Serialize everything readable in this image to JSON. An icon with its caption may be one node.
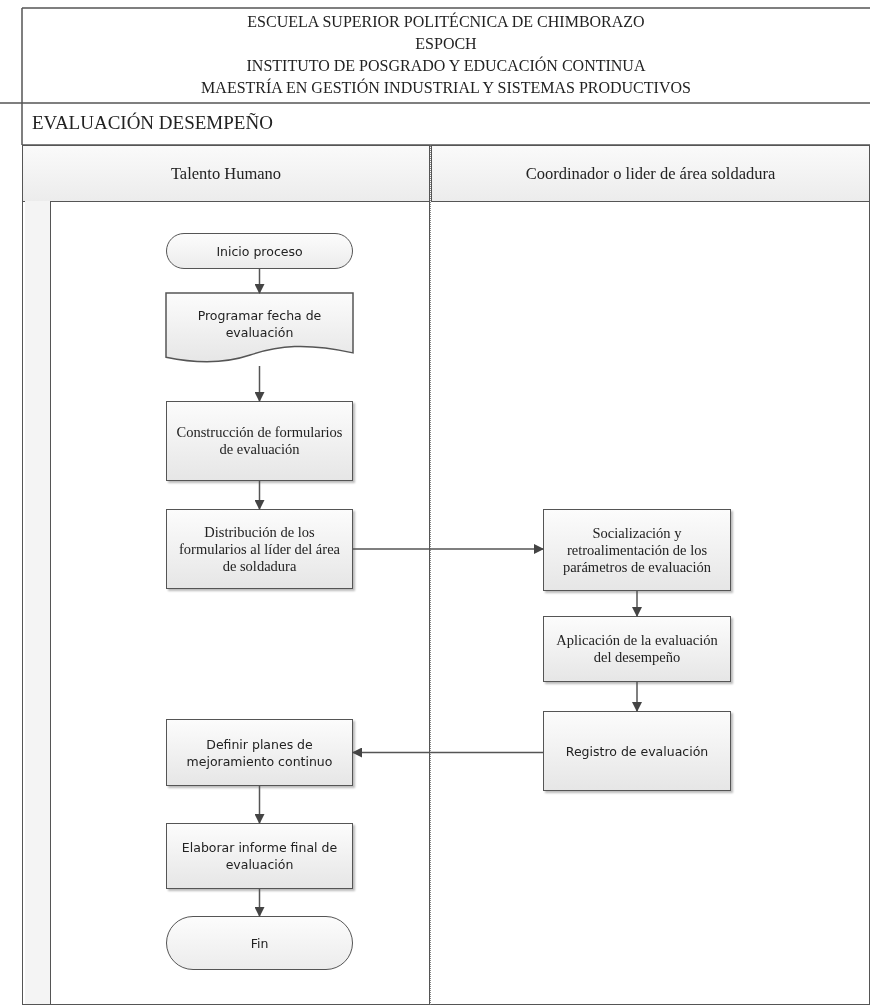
{
  "diagram": {
    "title": "EVALUACIÓN DESEMPEÑO",
    "labels": [
      "ESCUELA SUPERIOR POLITÉCNICA DE CHIMBORAZO",
      "ESPOCH",
      "INSTITUTO DE POSGRADO Y EDUCACIÓN CONTINUA",
      "MAESTRÍA EN GESTIÓN INDUSTRIAL Y SISTEMAS PRODUCTIVOS"
    ],
    "nodes": [
      {
        "text": [
          "Talento Humano"
        ]
      },
      {
        "text": [
          "Coordinador o lider de área soldadura"
        ]
      },
      {
        "text": [
          "Inicio proceso"
        ],
        "in": 0
      },
      {
        "text": [
          "Programar fecha de evaluación"
        ],
        "in": 0
      },
      {
        "text": [
          "Construcción de formularios de evaluación"
        ],
        "in": 0
      },
      {
        "text": [
          "Distribución de los formularios al líder del área de soldadura"
        ],
        "in": 0
      },
      {
        "text": [
          "Socialización y retroalimentación de los parámetros de evaluación"
        ],
        "in": 1
      },
      {
        "text": [
          "Aplicación de la evaluación del desempeño"
        ],
        "in": 1
      },
      {
        "text": [
          "Registro de evaluación"
        ],
        "in": 1
      },
      {
        "text": [
          "Definir planes de mejoramiento continuo"
        ],
        "in": 0
      },
      {
        "text": [
          "Elaborar informe final de evaluación"
        ],
        "in": 0
      },
      {
        "text": [
          "Fin"
        ],
        "in": 0
      }
    ],
    "edges": [
      {
        "from": 2,
        "to": 3,
        "arrow": "to"
      },
      {
        "from": 3,
        "to": 4,
        "arrow": "to"
      },
      {
        "from": 4,
        "to": 5,
        "arrow": "to"
      },
      {
        "from": 5,
        "to": 6,
        "arrow": "to"
      },
      {
        "from": 6,
        "to": 7,
        "arrow": "to"
      },
      {
        "from": 7,
        "to": 8,
        "arrow": "to"
      },
      {
        "from": 8,
        "to": 9,
        "arrow": "to"
      },
      {
        "from": 9,
        "to": 10,
        "arrow": "to"
      },
      {
        "from": 10,
        "to": 11,
        "arrow": "to"
      }
    ]
  }
}
